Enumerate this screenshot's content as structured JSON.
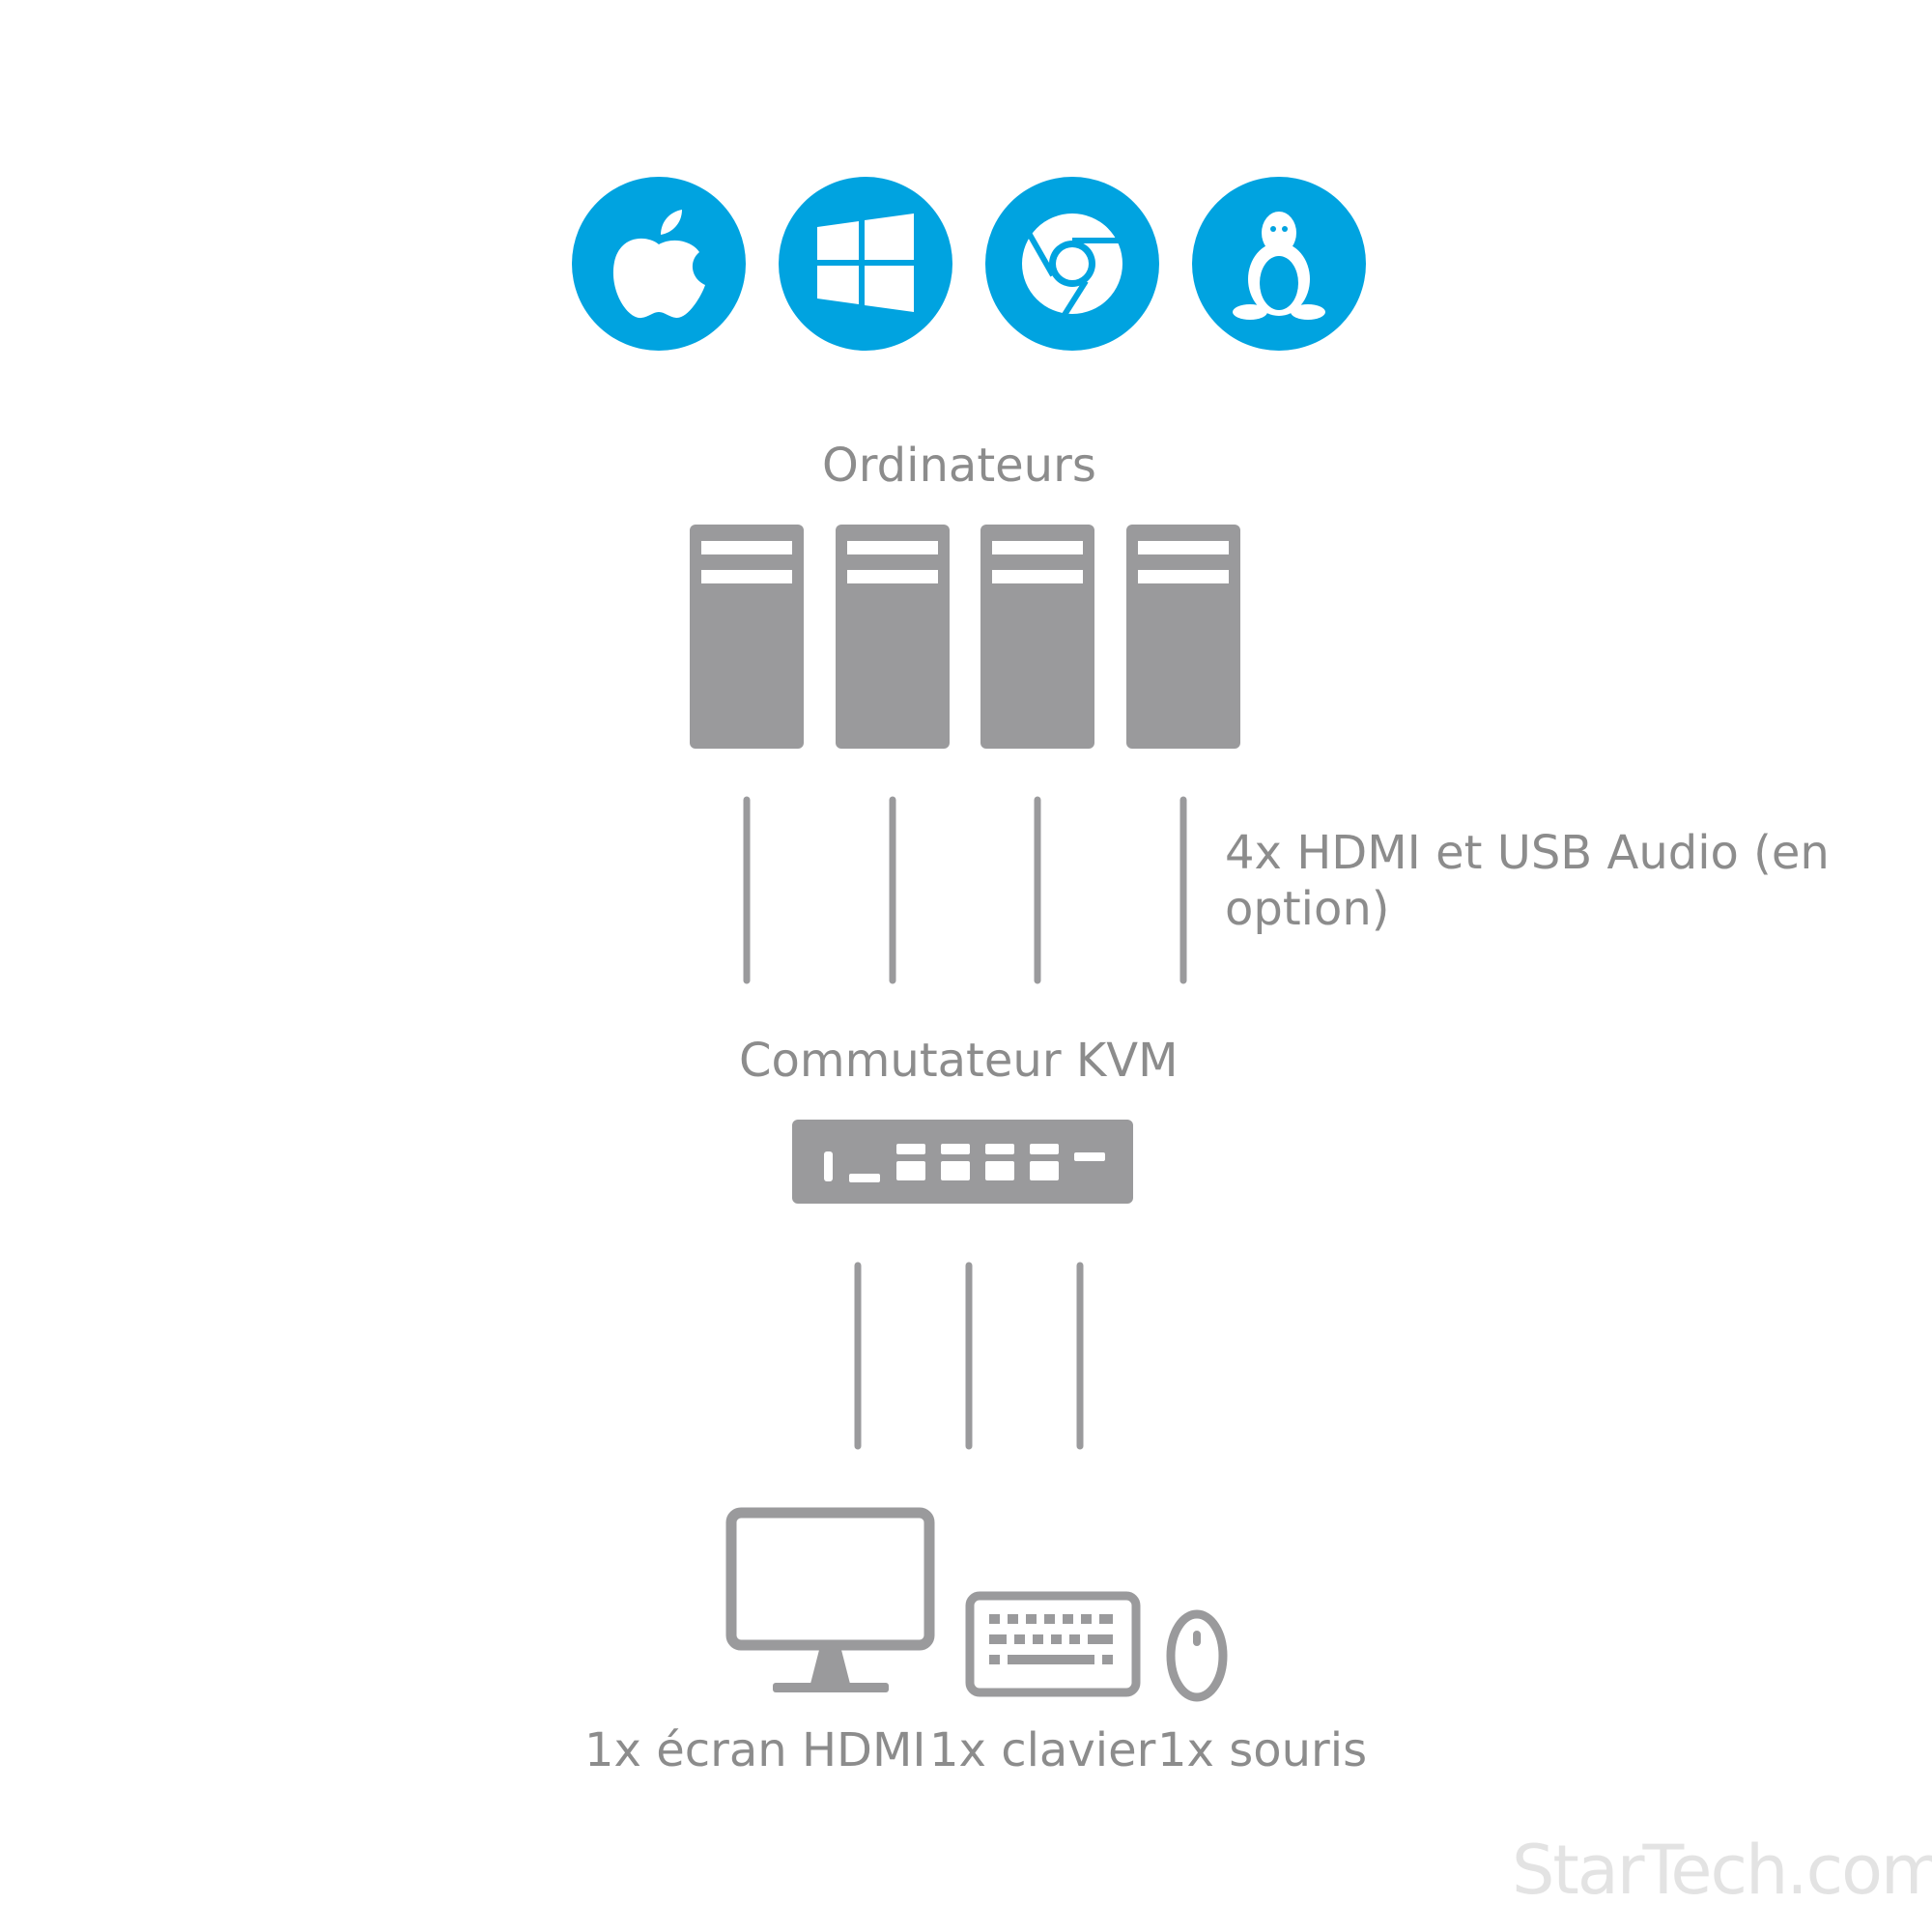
{
  "colors": {
    "brand_blue": "#00a3e0",
    "device_gray": "#9a9a9c",
    "text_gray": "#8c8c8c"
  },
  "os_icons": [
    "apple-icon",
    "windows-icon",
    "chrome-icon",
    "linux-icon"
  ],
  "labels": {
    "computers": "Ordinateurs",
    "cables": "4x HDMI et USB Audio (en option)",
    "kvm": "Commutateur KVM",
    "monitor": "1x écran HDMI",
    "keyboard": "1x clavier",
    "mouse": "1x souris"
  },
  "watermark": "StarTech.com"
}
